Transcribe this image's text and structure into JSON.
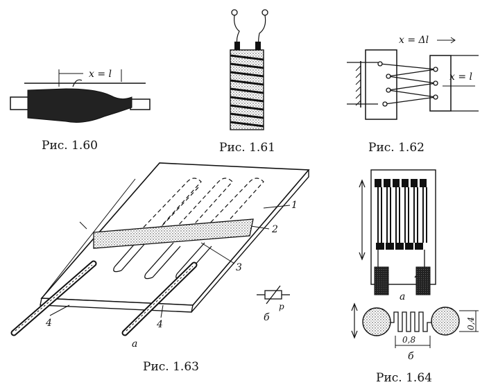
{
  "figures": [
    {
      "id": "fig-1-60",
      "caption": "Рис. 1.60",
      "labels": [
        "x = l"
      ]
    },
    {
      "id": "fig-1-61",
      "caption": "Рис. 1.61",
      "labels": []
    },
    {
      "id": "fig-1-62",
      "caption": "Рис. 1.62",
      "labels": [
        "x = Δl",
        "x = l"
      ]
    },
    {
      "id": "fig-1-63",
      "caption": "Рис. 1.63",
      "labels": [
        "1",
        "2",
        "3",
        "4",
        "4",
        "а",
        "б",
        "p"
      ]
    },
    {
      "id": "fig-1-64",
      "caption": "Рис. 1.64",
      "labels": [
        "а",
        "б",
        "0,8",
        "0,4"
      ]
    }
  ],
  "colors": {
    "ink": "#111111",
    "paper": "#ffffff"
  }
}
